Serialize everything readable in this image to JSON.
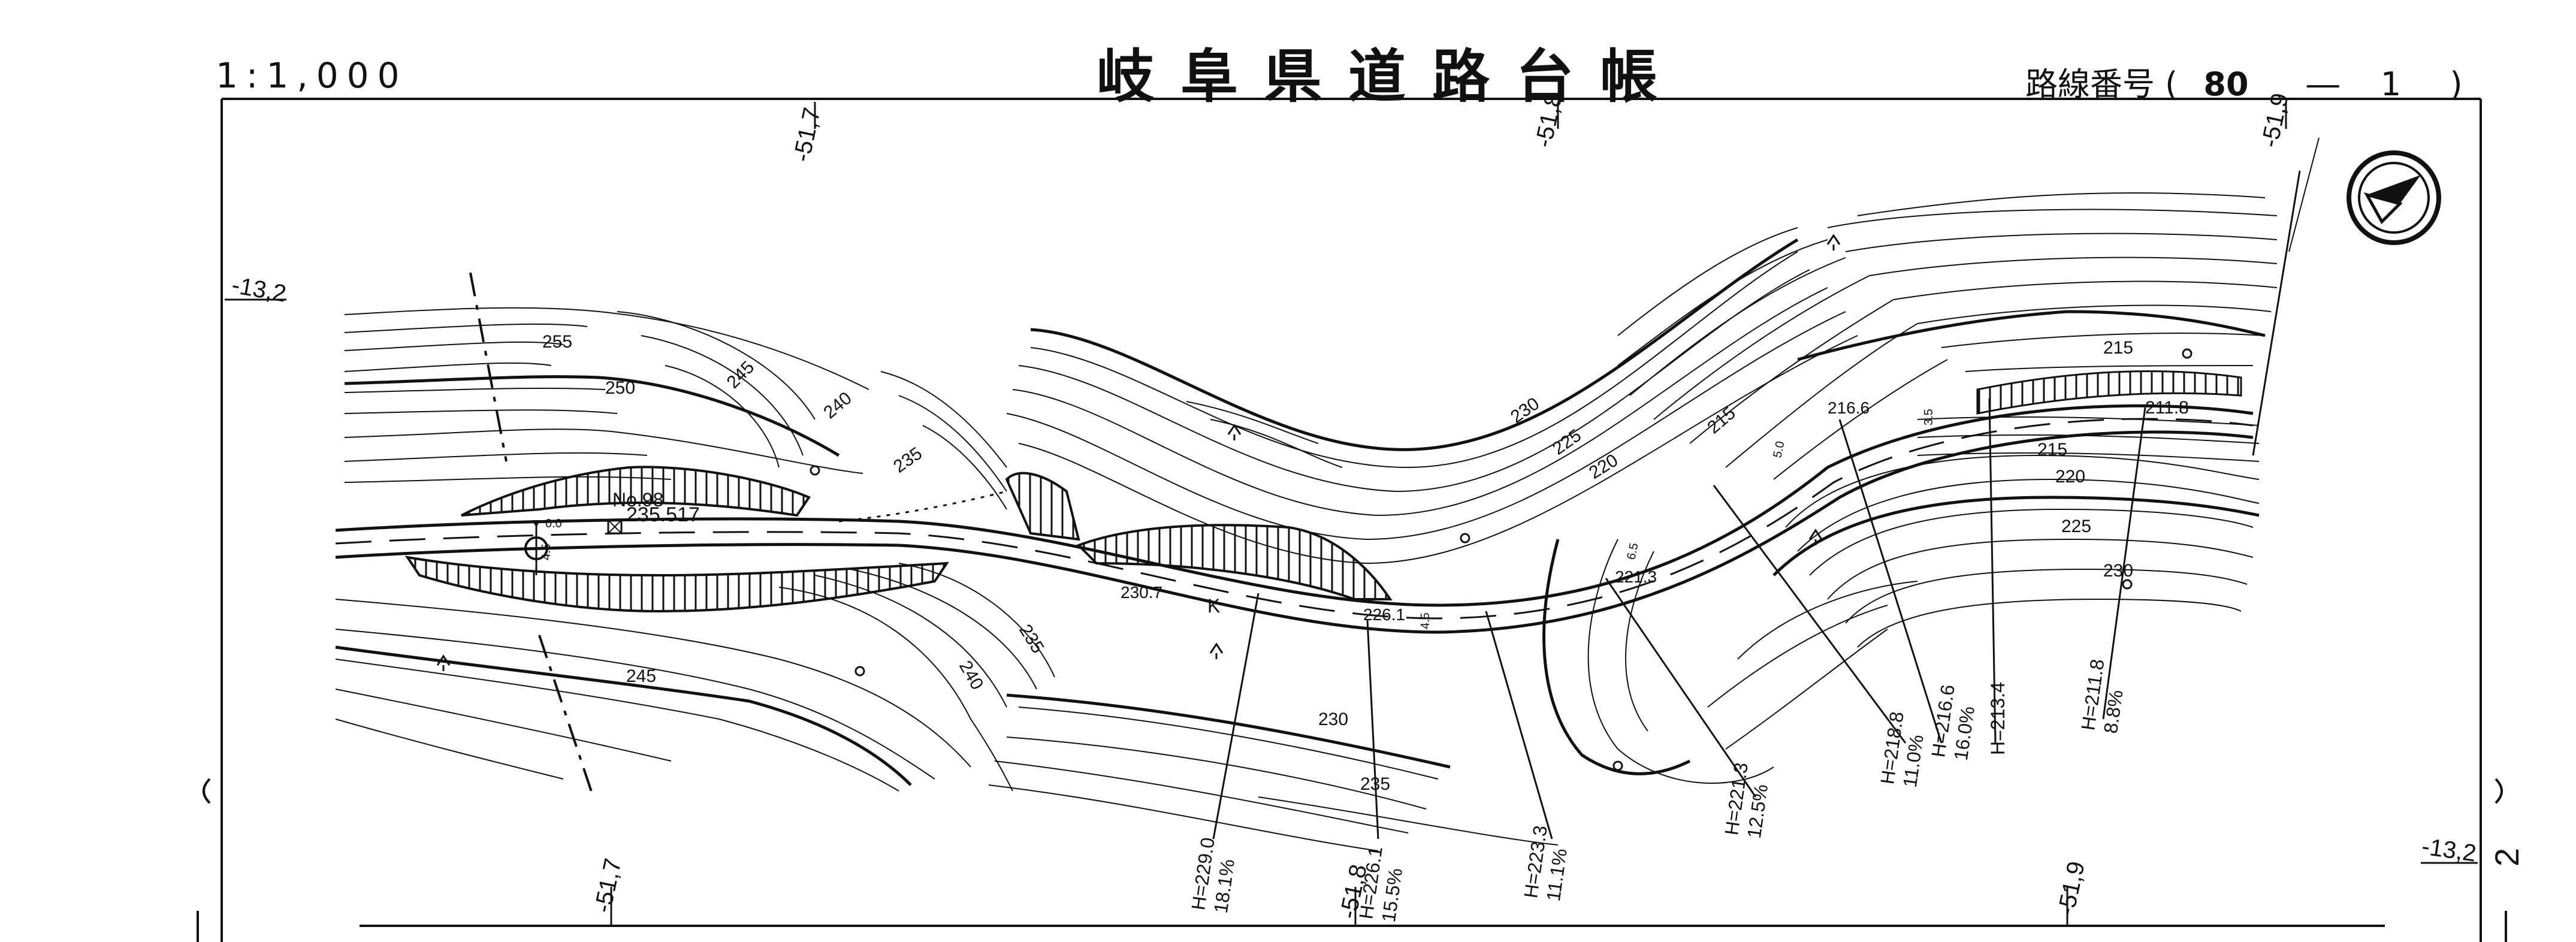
{
  "header": {
    "scale": "1:1,000",
    "title": "岐阜県道路台帳",
    "route_label": "路線番号",
    "route_open": "(",
    "route_number": "80",
    "route_dash": "―",
    "route_sub": "1",
    "route_close": ")",
    "sheet_number": "2"
  },
  "grid": {
    "top": [
      "-51,7",
      "-51,8",
      "-51,9"
    ],
    "bottom": [
      "-51,7",
      "-51,8",
      "-51,9"
    ],
    "left": "-13,2",
    "right": "-13,2"
  },
  "contours": [
    "255",
    "250",
    "245",
    "240",
    "235",
    "230",
    "225",
    "220",
    "215",
    "235",
    "245",
    "240",
    "230",
    "235",
    "225",
    "220",
    "215",
    "230"
  ],
  "station": {
    "name": "No.98",
    "elevation": "235.517",
    "bench_offset": "0.0",
    "width": "4.5"
  },
  "road_labels": {
    "elev_mid": "230.7",
    "curve_mark": "K",
    "elev_2261": "226.1",
    "width_2261": "4.5",
    "elev_2213": "221.3",
    "width_2213": "6.5",
    "width_top": "5.0",
    "elev_2166": "216.6",
    "width_2166": "3.5",
    "elev_2118": "211.8"
  },
  "slopes": [
    {
      "h": "H=229.0",
      "g": "18.1%"
    },
    {
      "h": "H=226.1",
      "g": "15.5%"
    },
    {
      "h": "H=223.3",
      "g": "11.1%"
    },
    {
      "h": "H=221.3",
      "g": "12.5%"
    },
    {
      "h": "H=218.8",
      "g": "11.0%"
    },
    {
      "h": "H=216.6",
      "g": "16.0%"
    },
    {
      "h": "H=213.4",
      "g": ""
    },
    {
      "h": "H=211.8",
      "g": "8.8%"
    }
  ],
  "icons": {
    "north": "north-arrow-icon",
    "benchmark": "benchmark-icon",
    "station_marker": "station-marker-icon",
    "broadleaf": "broadleaf-tree-icon",
    "conifer": "conifer-tree-icon"
  },
  "colors": {
    "ink": "#111111",
    "paper": "#ffffff"
  }
}
